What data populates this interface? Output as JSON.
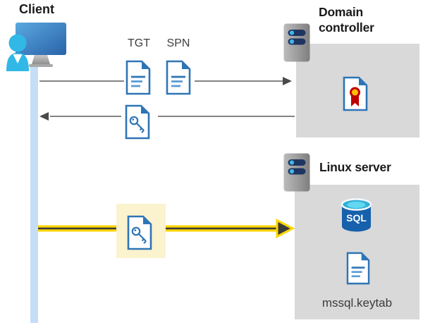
{
  "nodes": {
    "client": {
      "label": "Client"
    },
    "domain_controller": {
      "label": "Domain controller"
    },
    "linux_server": {
      "label": "Linux server"
    }
  },
  "tickets": {
    "tgt": "TGT",
    "spn": "SPN"
  },
  "linux_contents": {
    "sql_label": "SQL",
    "keytab_label": "mssql.keytab"
  },
  "icons": {
    "client": "user-at-computer-icon",
    "domain_controller": "server-icon",
    "linux_server": "server-icon",
    "tgt": "document-icon",
    "spn": "document-icon",
    "service_ticket": "key-document-icon",
    "highlighted_ticket": "key-document-icon",
    "certificate": "certificate-icon",
    "sql_database": "sql-database-icon",
    "keytab_file": "document-icon"
  },
  "colors": {
    "doc_blue": "#2E75B6",
    "doc_line_light": "#5B9BD5",
    "lifeline_blue": "#C5DDF6",
    "box_gray": "#D9D9D9",
    "arrow_gray": "#595959",
    "highlight_yellow": "#FBF2CE",
    "arrow_yellow": "#FFD500",
    "arrow_dark": "#3A3A3A",
    "person_cyan": "#31B8E6",
    "server_navy": "#1E3561",
    "server_dot_cyan": "#41B6E8",
    "sql_body_blue": "#1660AC",
    "sql_top_cyan": "#2FB0D9",
    "cert_red": "#C00000",
    "cert_gold": "#FFC000"
  }
}
